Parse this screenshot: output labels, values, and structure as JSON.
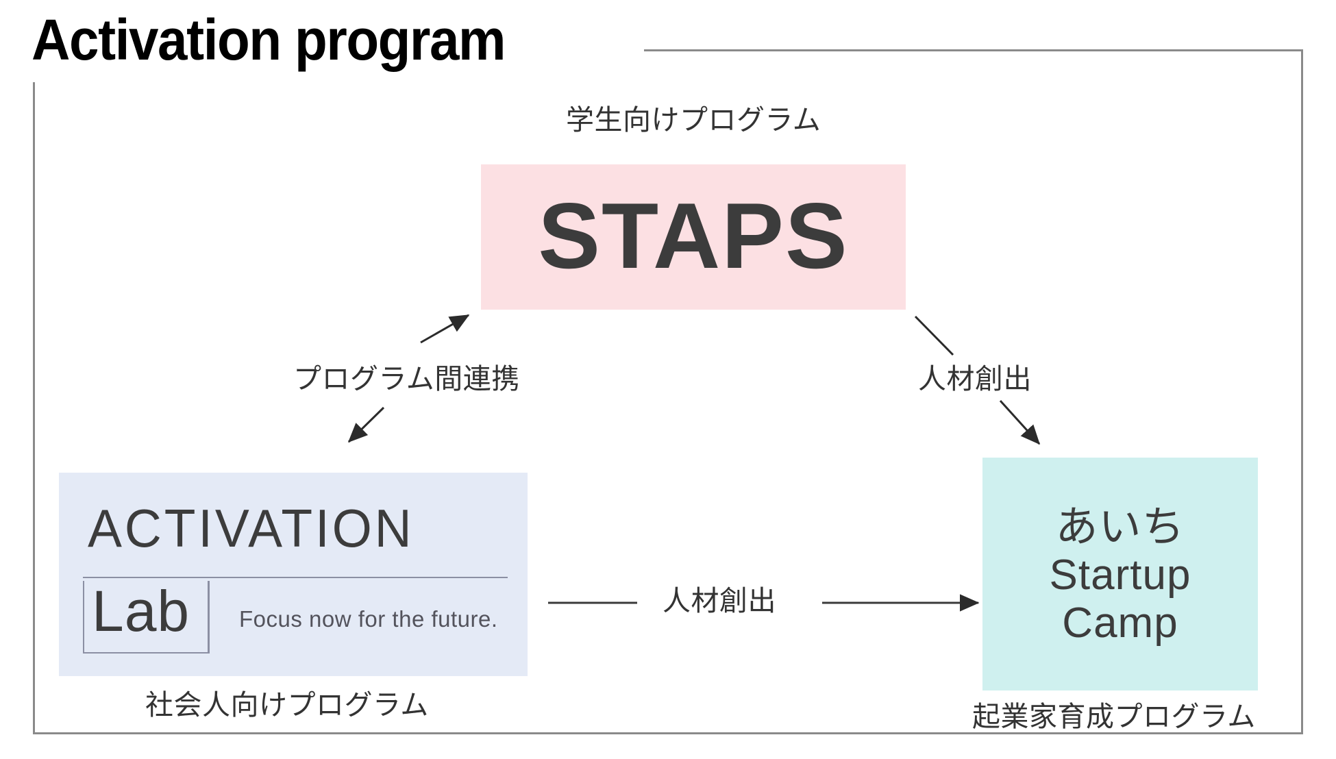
{
  "slide": {
    "title": "Activation program"
  },
  "nodes": {
    "staps": {
      "caption": "学生向けプログラム",
      "logo": "STAPS",
      "color": "#FCE0E3"
    },
    "activation_lab": {
      "word": "ACTIVATION",
      "lab": "Lab",
      "tagline": "Focus now for the future.",
      "caption": "社会人向けプログラム",
      "color": "#E4EAF6"
    },
    "startup_camp": {
      "lines": [
        "あいち",
        "Startup",
        "Camp"
      ],
      "caption": "起業家育成プログラム",
      "color": "#CFF0EF"
    }
  },
  "relations": {
    "inter_program": "プログラム間連携",
    "talent_right": "人材創出",
    "talent_center": "人材創出"
  }
}
